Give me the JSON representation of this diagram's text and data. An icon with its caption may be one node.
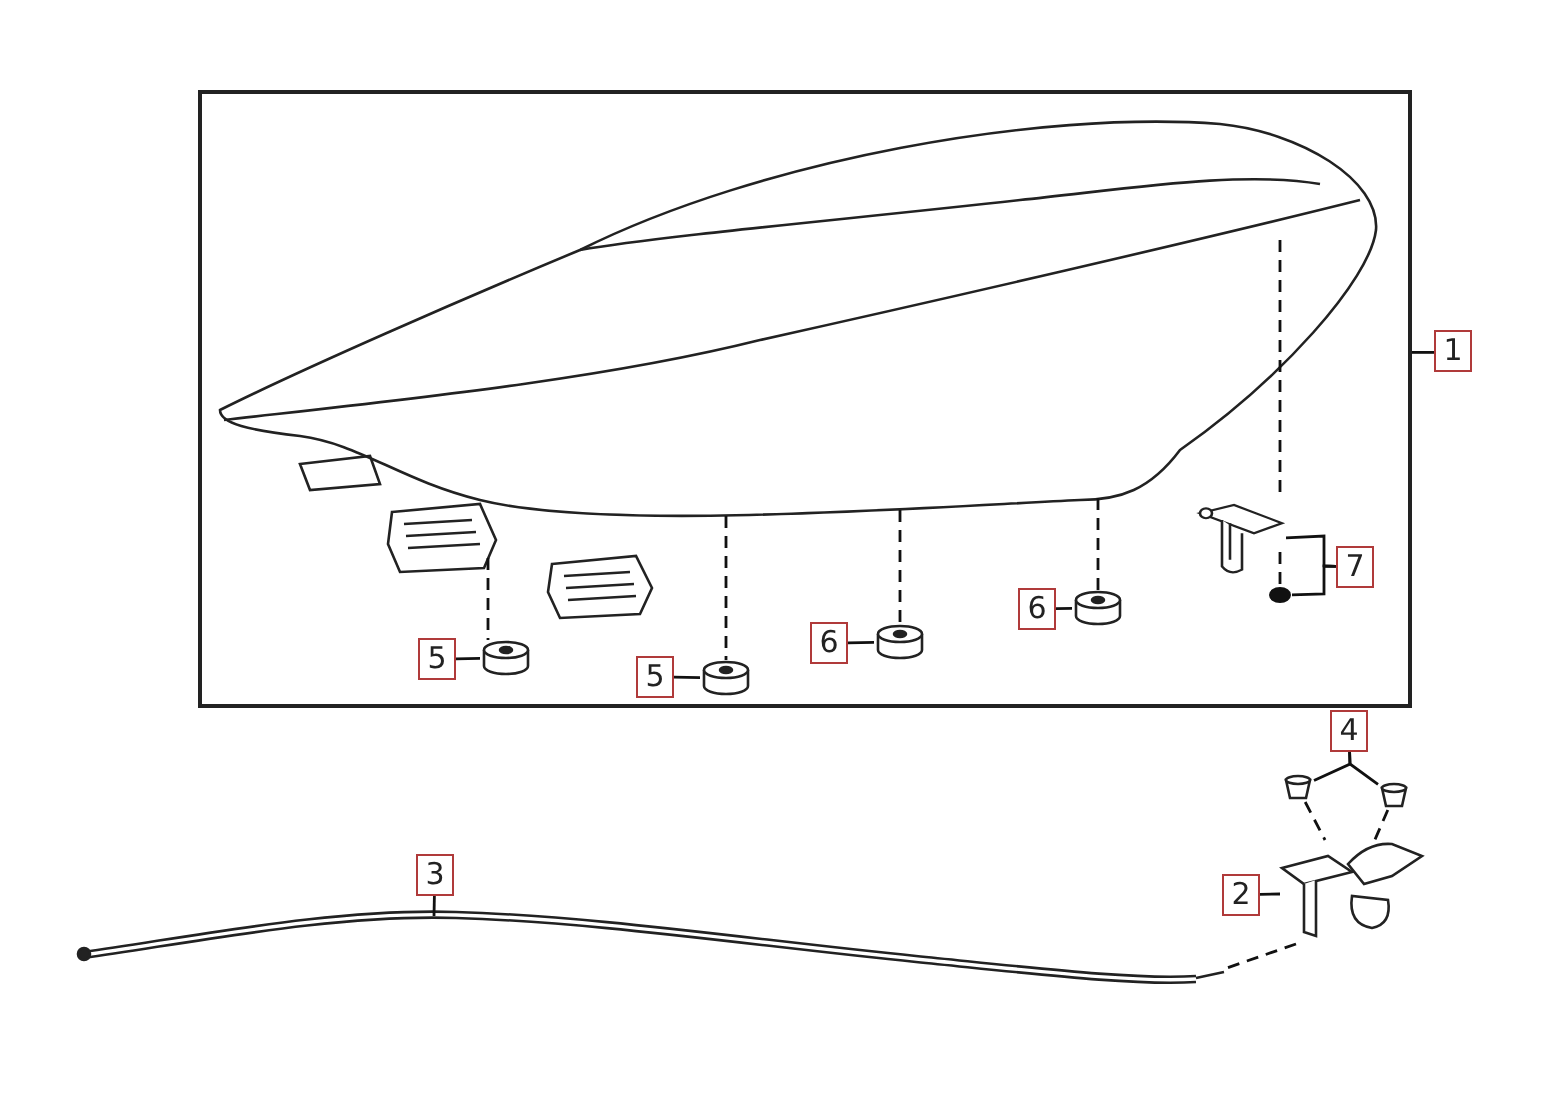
{
  "diagram": {
    "nodes": [
      {
        "text": [],
        "shape": "box"
      },
      {
        "text": [],
        "shape": "picture",
        "in": 0
      },
      {
        "text": [],
        "shape": "cylinder",
        "in": 0
      },
      {
        "text": [],
        "shape": "cylinder",
        "in": 0
      },
      {
        "text": [],
        "shape": "cylinder",
        "in": 0
      },
      {
        "text": [],
        "shape": "cylinder",
        "in": 0
      },
      {
        "text": [],
        "shape": "picture",
        "in": 0
      },
      {
        "text": [],
        "shape": "circle",
        "in": 0
      },
      {
        "text": [
          "1"
        ]
      },
      {
        "text": [
          "5"
        ],
        "in": 0
      },
      {
        "text": [
          "5"
        ],
        "in": 0
      },
      {
        "text": [
          "6"
        ],
        "in": 0
      },
      {
        "text": [
          "6"
        ],
        "in": 0
      },
      {
        "text": [
          "7"
        ],
        "in": 0
      },
      {
        "text": [
          "4"
        ]
      },
      {
        "text": [],
        "shape": "box"
      },
      {
        "text": [],
        "shape": "box"
      },
      {
        "text": [
          "2"
        ]
      },
      {
        "text": [],
        "shape": "picture"
      },
      {
        "text": [
          "3"
        ]
      },
      {
        "text": [],
        "shape": "picture"
      }
    ],
    "edges": [
      {
        "from": 8,
        "to": 0,
        "arrow": "none"
      },
      {
        "from": 9,
        "to": 2,
        "arrow": "none"
      },
      {
        "from": 10,
        "to": 3,
        "arrow": "none"
      },
      {
        "from": 11,
        "to": 4,
        "arrow": "none"
      },
      {
        "from": 12,
        "to": 5,
        "arrow": "none"
      },
      {
        "from": 13,
        "to": 6,
        "arrow": "none"
      },
      {
        "from": 13,
        "to": 7,
        "arrow": "none"
      },
      {
        "from": 14,
        "to": 15,
        "arrow": "none"
      },
      {
        "from": 14,
        "to": 16,
        "arrow": "none"
      },
      {
        "from": 17,
        "to": 18,
        "arrow": "none"
      },
      {
        "from": 19,
        "to": 20,
        "arrow": "none"
      },
      {
        "from": 1,
        "to": 2,
        "arrow": "none",
        "style": "dashed"
      },
      {
        "from": 1,
        "to": 3,
        "arrow": "none",
        "style": "dashed"
      },
      {
        "from": 1,
        "to": 4,
        "arrow": "none",
        "style": "dashed"
      },
      {
        "from": 1,
        "to": 5,
        "arrow": "none",
        "style": "dashed"
      },
      {
        "from": 1,
        "to": 6,
        "arrow": "none",
        "style": "dashed"
      },
      {
        "from": 6,
        "to": 7,
        "arrow": "none",
        "style": "dashed"
      },
      {
        "from": 15,
        "to": 18,
        "arrow": "none",
        "style": "dashed"
      },
      {
        "from": 16,
        "to": 18,
        "arrow": "none",
        "style": "dashed"
      },
      {
        "from": 18,
        "to": 20,
        "arrow": "none",
        "style": "dashed"
      }
    ]
  }
}
